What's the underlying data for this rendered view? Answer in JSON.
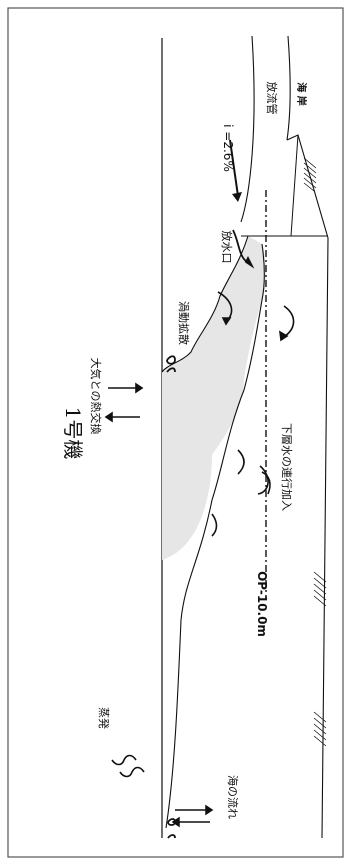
{
  "diagram": {
    "title": "1号機",
    "labels": {
      "outfall_pipe": "放流管",
      "seawall": "海 岸",
      "gradient": "i =2.6%",
      "outlet": "放水口",
      "eddy_diffusion": "渦動拡散",
      "heat_exchange": "大気との熱交換",
      "lower_layer_entrainment": "下層水の連行加入",
      "depth_reference": "OP-10.0m",
      "evaporation": "蒸発",
      "sea_current": "海の流れ"
    },
    "colors": {
      "plume_fill": "#e6e6e6",
      "line": "#111111"
    }
  }
}
